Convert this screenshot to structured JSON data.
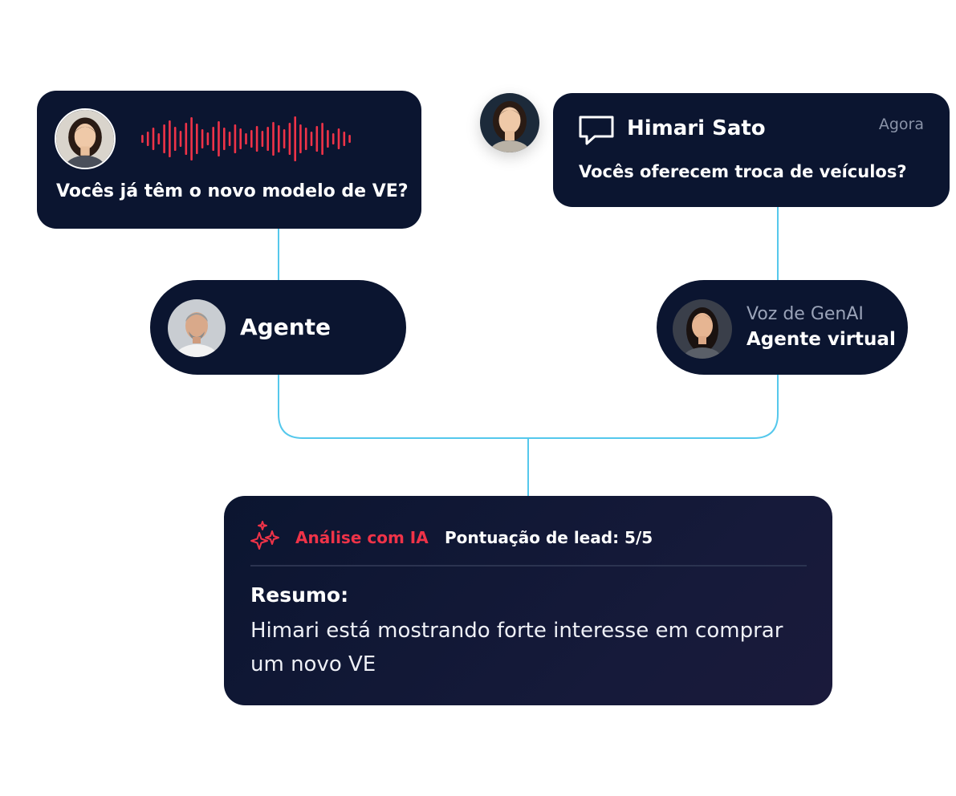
{
  "voice_message": {
    "text": "Vocês já têm o novo modelo de VE?",
    "avatar_icon": "customer-avatar-icon",
    "waveform_color": "#ef3348"
  },
  "chat_message": {
    "name": "Himari Sato",
    "time": "Agora",
    "text": "Vocês oferecem troca de veículos?",
    "icon": "chat-bubble-icon"
  },
  "agent": {
    "label": "Agente"
  },
  "virtual_agent": {
    "subtitle": "Voz de GenAI",
    "title": "Agente virtual"
  },
  "analysis": {
    "label": "Análise com IA",
    "lead_score": "Pontuação de lead: 5/5",
    "summary_title": "Resumo:",
    "summary_text": "Himari está mostrando forte interesse em comprar um novo VE",
    "accent_color": "#ef3348"
  },
  "colors": {
    "card_background": "#0b1530",
    "connector": "#55c8ec",
    "muted_text": "#8a93a8"
  }
}
